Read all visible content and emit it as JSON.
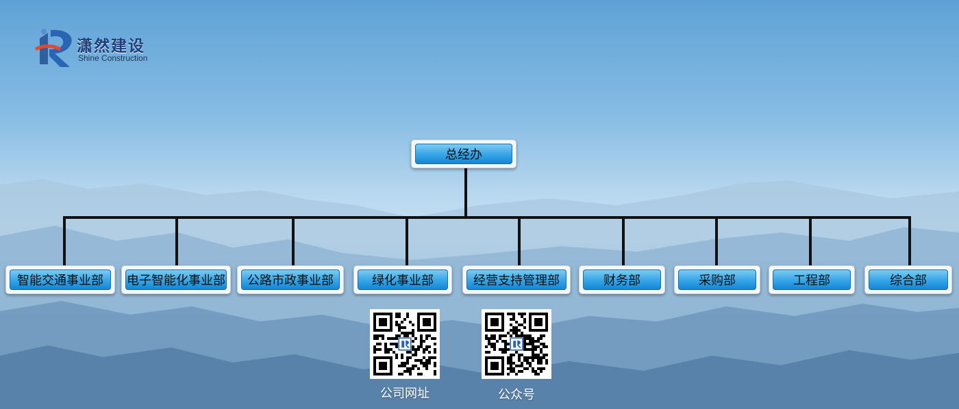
{
  "logo": {
    "cn_name": "潇然建设",
    "en_name": "Shine Construction"
  },
  "org_chart": {
    "root": "总经办",
    "departments": [
      "智能交通事业部",
      "电子智能化事业部",
      "公路市政事业部",
      "绿化事业部",
      "经营支持管理部",
      "财务部",
      "采购部",
      "工程部",
      "综合部"
    ]
  },
  "qr_codes": [
    {
      "label": "公司网址"
    },
    {
      "label": "公众号"
    }
  ],
  "colors": {
    "connector": "#111111",
    "node_fill_top": "#7fcaf3",
    "node_fill_bottom": "#1287d6",
    "sky": "#5fa2d6"
  }
}
